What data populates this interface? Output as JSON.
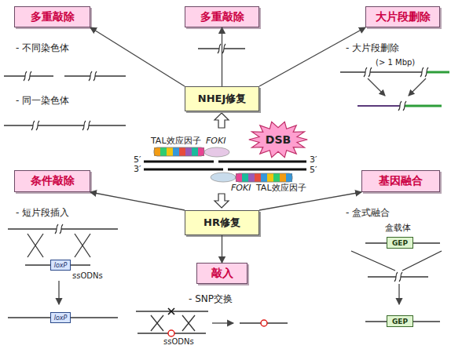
{
  "diagram": {
    "nodes": [
      {
        "text": [
          "多重敲除"
        ]
      },
      {
        "text": [
          "多重敲除"
        ]
      },
      {
        "text": [
          "大片段删除"
        ]
      },
      {
        "text": [
          "NHEJ修复"
        ]
      },
      {
        "text": [
          "DSB"
        ]
      },
      {
        "text": [
          "HR修复"
        ]
      },
      {
        "text": [
          "条件敲除"
        ]
      },
      {
        "text": [
          "敲入"
        ]
      },
      {
        "text": [
          "基因融合"
        ]
      },
      {
        "text": [
          "GEP"
        ]
      },
      {
        "text": [
          "loxP"
        ]
      },
      {
        "text": [
          "loxP"
        ]
      },
      {
        "text": [
          "GEP"
        ]
      }
    ],
    "edges": [
      {
        "from": 3,
        "to": 0,
        "arrow": "to"
      },
      {
        "from": 3,
        "to": 1,
        "arrow": "to"
      },
      {
        "from": 3,
        "to": 2,
        "arrow": "to"
      },
      {
        "from": 5,
        "to": 6,
        "arrow": "to"
      },
      {
        "from": 5,
        "to": 7,
        "arrow": "to"
      },
      {
        "from": 5,
        "to": 8,
        "arrow": "to"
      }
    ],
    "labels": [
      "- 不同染色体",
      "- 大片段删除",
      "(> 1 Mbp)",
      "- 同一染色体",
      "TAL效应因子",
      "FOKI",
      "5′",
      "3′",
      "3′",
      "5′",
      "FOKI",
      "TAL效应因子",
      "- 短片段插入",
      "- 盒式融合",
      "盒载体",
      "ssODNs",
      "- SNP交换",
      "ssODNs"
    ]
  }
}
